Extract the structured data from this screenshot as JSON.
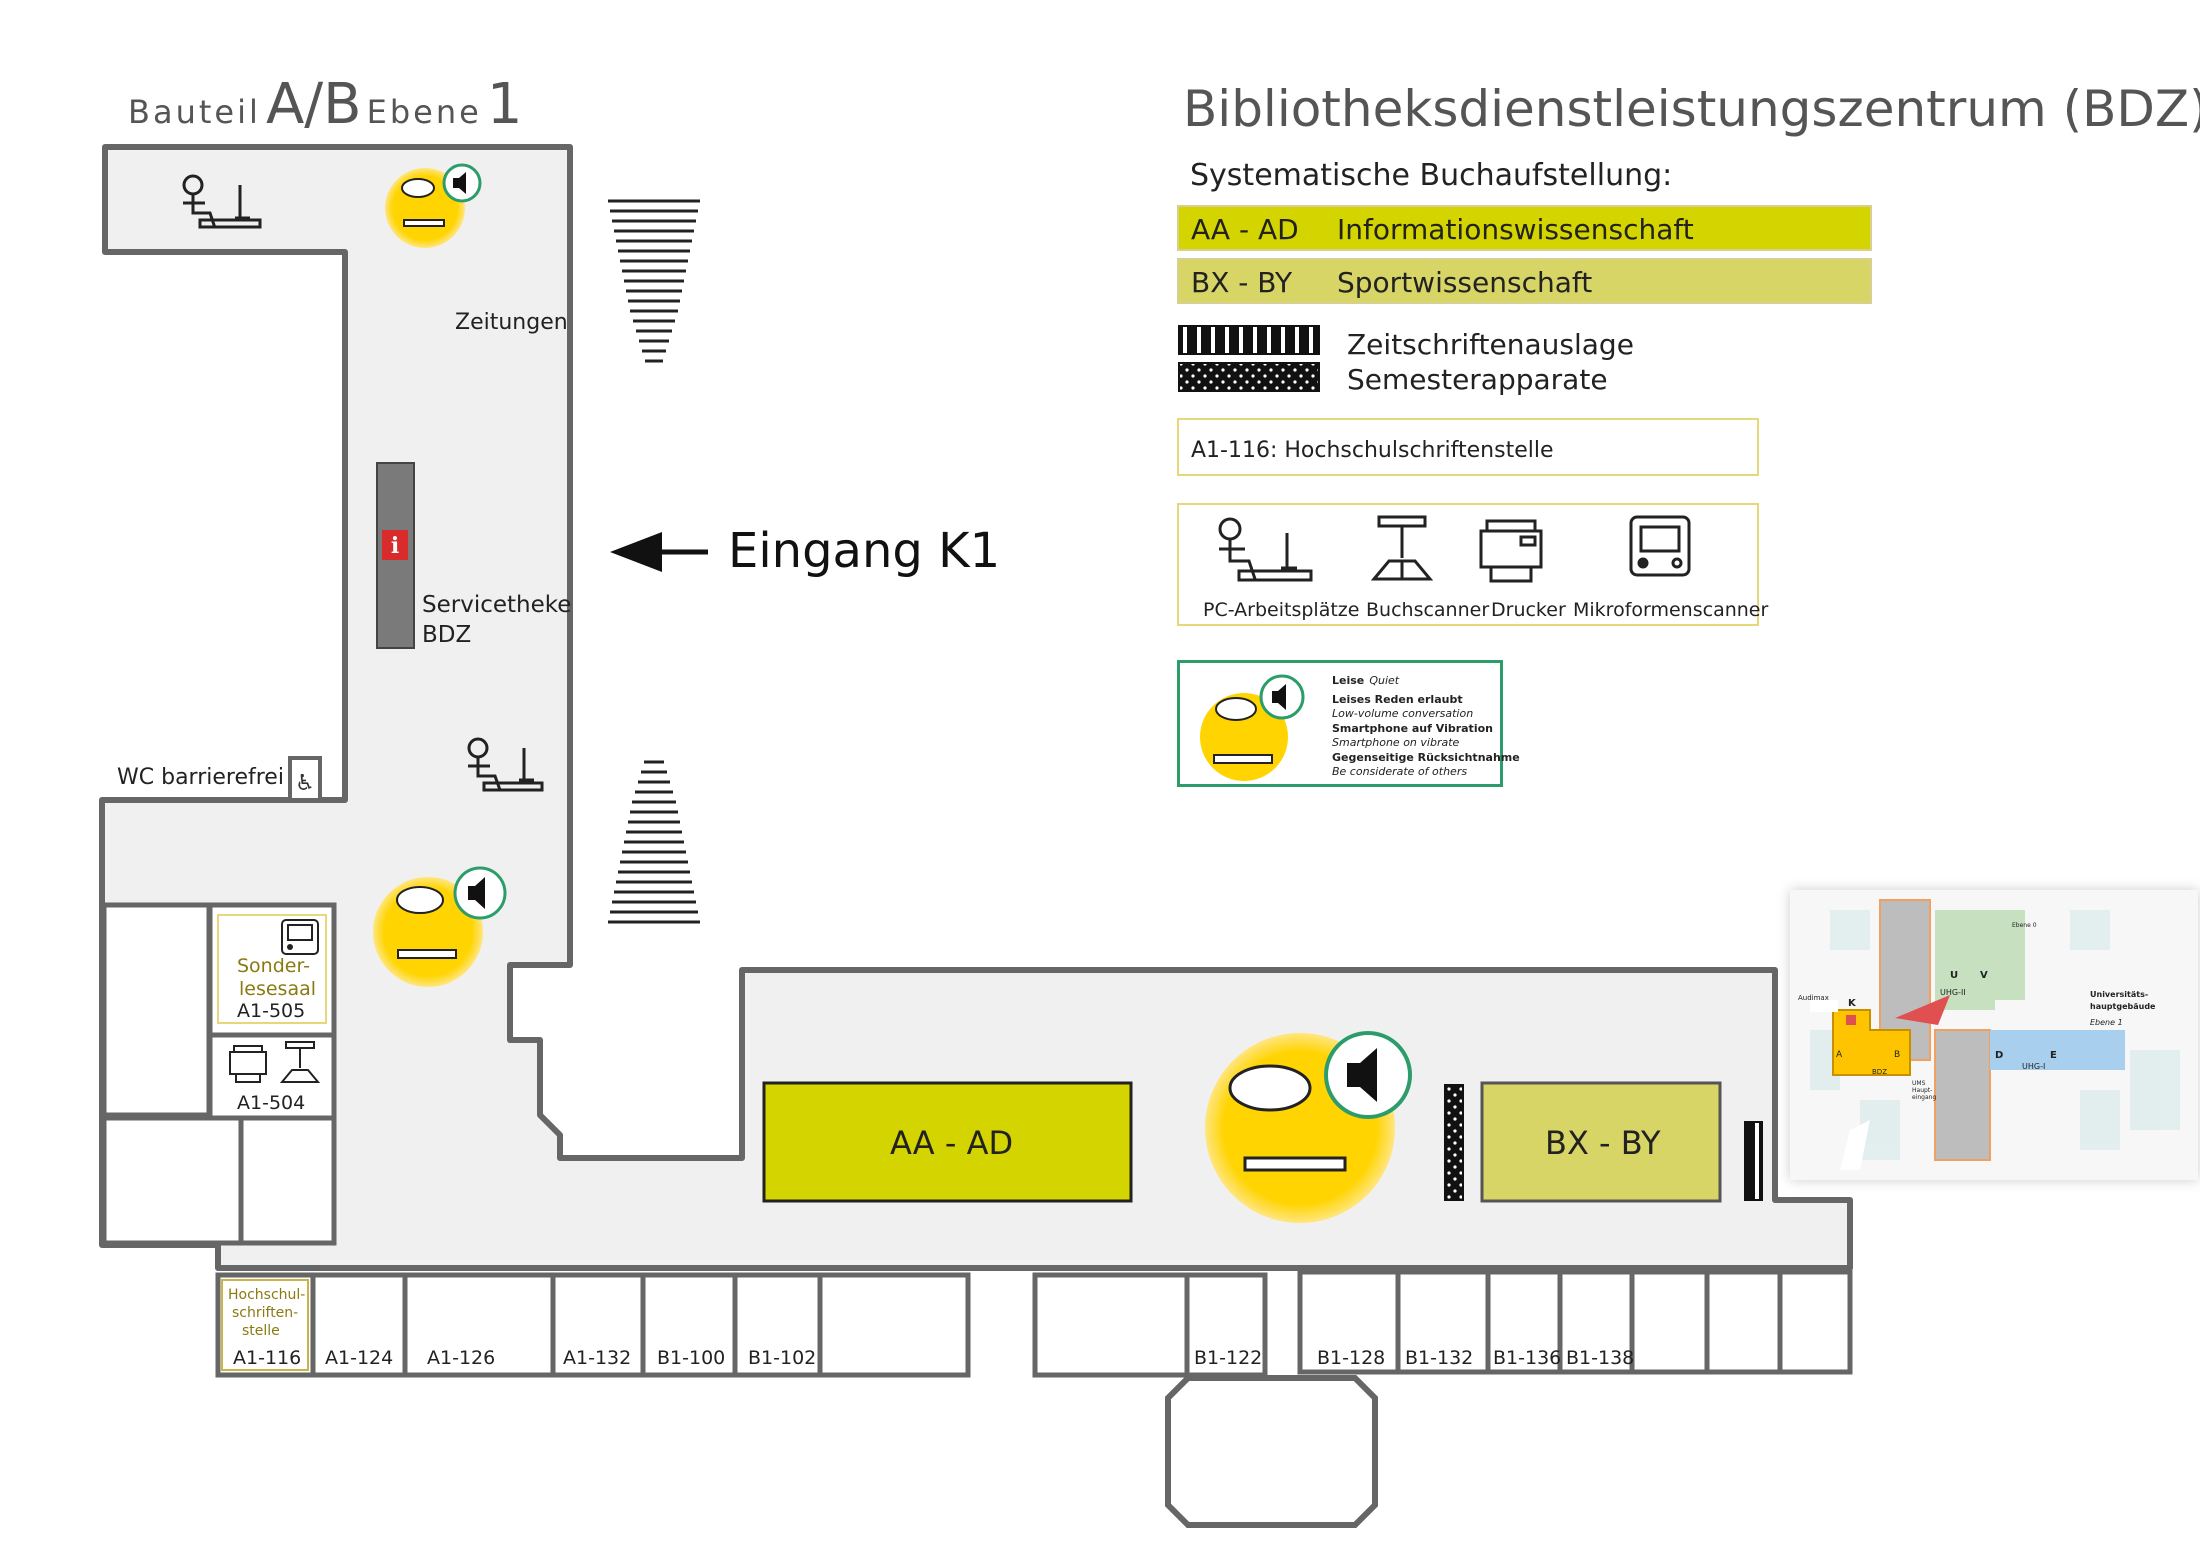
{
  "header": {
    "bauteil_label": "Bauteil",
    "bauteil_value": "A/B",
    "ebene_label": "Ebene",
    "ebene_value": "1"
  },
  "title": "Bibliotheksdienstleistungszentrum (BDZ)",
  "legend": {
    "heading": "Systematische Buchaufstellung:",
    "rows": [
      {
        "code": "AA - AD",
        "subject": "Informationswissenschaft",
        "color": "#d4d400"
      },
      {
        "code": "BX - BY",
        "subject": "Sportwissenschaft",
        "color": "#d6d566"
      }
    ],
    "patterns": [
      "Zeitschriftenauslage",
      "Semesterapparate"
    ],
    "room_note": "A1-116: Hochschulschriftenstelle",
    "icons": [
      {
        "name": "pc-workstation-icon",
        "label": "PC-Arbeitsplätze"
      },
      {
        "name": "book-scanner-icon",
        "label": "Buchscanner"
      },
      {
        "name": "printer-icon",
        "label": "Drucker"
      },
      {
        "name": "microform-scanner-icon",
        "label": "Mikroformenscanner"
      }
    ],
    "quiet": {
      "title": "Leise",
      "title_en": "Quiet",
      "lines": [
        {
          "de": "Leises Reden erlaubt",
          "en": "Low-volume conversation"
        },
        {
          "de": "Smartphone auf Vibration",
          "en": "Smartphone on vibrate"
        },
        {
          "de": "Gegenseitige Rücksichtnahme",
          "en": "Be considerate of others"
        }
      ]
    }
  },
  "map": {
    "labels": {
      "zeitungen": "Zeitungen",
      "servicetheke_1": "Servicetheke",
      "servicetheke_2": "BDZ",
      "wc": "WC barrierefrei",
      "entrance": "Eingang K1",
      "sonder_1": "Sonder-",
      "sonder_2": "lesesaal",
      "sonder_room": "A1-505",
      "room_a1_504": "A1-504",
      "hochschul_1": "Hochschul-",
      "hochschul_2": "schriften-",
      "hochschul_3": "stelle",
      "shelf_aa": "AA - AD",
      "shelf_bx": "BX - BY"
    },
    "rooms": [
      "A1-116",
      "A1-124",
      "A1-126",
      "A1-132",
      "B1-100",
      "B1-102",
      "B1-122",
      "B1-128",
      "B1-132",
      "B1-136",
      "B1-138"
    ]
  },
  "overview": {
    "labels": [
      "Audimax",
      "K",
      "U",
      "V",
      "A",
      "B",
      "BDZ",
      "D",
      "E",
      "UHG-I",
      "UHG-II",
      "UMS Haupt-eingang",
      "Ebene 0",
      "Ebene 1",
      "Universitäts-",
      "hauptgebäude"
    ]
  }
}
